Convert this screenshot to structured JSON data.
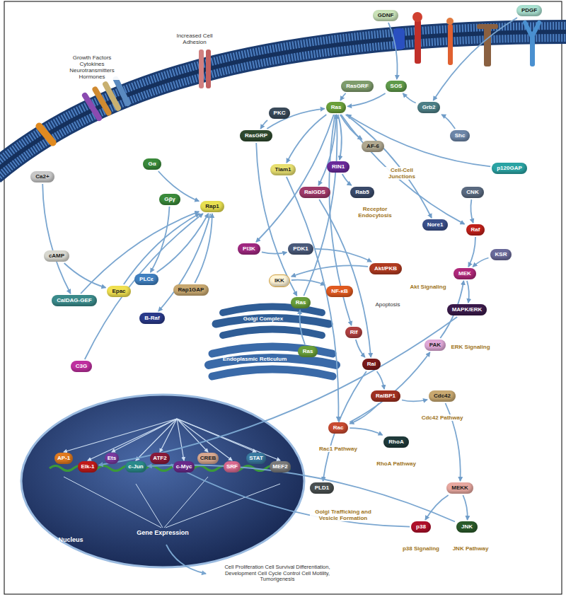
{
  "diagram": {
    "nodes": [
      {
        "text": [
          "GDNF"
        ]
      },
      {
        "text": [
          "PDGF"
        ]
      },
      {
        "text": [
          "RasGRF"
        ]
      },
      {
        "text": [
          "SOS"
        ]
      },
      {
        "text": [
          "Grb2"
        ]
      },
      {
        "text": [
          "Shc"
        ]
      },
      {
        "text": [
          "p120GAP"
        ]
      },
      {
        "text": [
          "CNK"
        ]
      },
      {
        "text": [
          "Raf"
        ]
      },
      {
        "text": [
          "Nore1"
        ]
      },
      {
        "text": [
          "KSR"
        ]
      },
      {
        "text": [
          "MEK"
        ]
      },
      {
        "text": [
          "MAPK/ERK"
        ]
      },
      {
        "text": [
          "Ras"
        ]
      },
      {
        "text": [
          "PKC"
        ]
      },
      {
        "text": [
          "RasGRP"
        ]
      },
      {
        "text": [
          "Tiam1"
        ]
      },
      {
        "text": [
          "RIN1"
        ]
      },
      {
        "text": [
          "AF-6"
        ]
      },
      {
        "text": [
          "RalGDS"
        ]
      },
      {
        "text": [
          "Rab5"
        ]
      },
      {
        "text": [
          "PI3K"
        ]
      },
      {
        "text": [
          "PDK1"
        ]
      },
      {
        "text": [
          "Akt/PKB"
        ]
      },
      {
        "text": [
          "IKK"
        ]
      },
      {
        "text": [
          "NF-κB"
        ]
      },
      {
        "text": [
          "Rlf"
        ]
      },
      {
        "text": [
          "Ral"
        ]
      },
      {
        "text": [
          "RalBP1"
        ]
      },
      {
        "text": [
          "Rac"
        ]
      },
      {
        "text": [
          "Cdc42"
        ]
      },
      {
        "text": [
          "RhoA"
        ]
      },
      {
        "text": [
          "PLD1"
        ]
      },
      {
        "text": [
          "PAK"
        ]
      },
      {
        "text": [
          "MEKK"
        ]
      },
      {
        "text": [
          "p38"
        ]
      },
      {
        "text": [
          "JNK"
        ]
      },
      {
        "text": [
          "Ca2+"
        ]
      },
      {
        "text": [
          "Gα"
        ]
      },
      {
        "text": [
          "Gβγ"
        ]
      },
      {
        "text": [
          "Rap1"
        ]
      },
      {
        "text": [
          "Epac"
        ]
      },
      {
        "text": [
          "cAMP"
        ]
      },
      {
        "text": [
          "CalDAG-GEF"
        ]
      },
      {
        "text": [
          "B-Raf"
        ]
      },
      {
        "text": [
          "PLCε"
        ]
      },
      {
        "text": [
          "Rap1GAP"
        ]
      },
      {
        "text": [
          "C3G"
        ]
      },
      {
        "text": [
          "Ras"
        ]
      },
      {
        "text": [
          "Ras"
        ]
      },
      {
        "text": [
          "Nucleus",
          "Gene Expression"
        ]
      },
      {
        "text": [
          "AP-1"
        ],
        "in": 50
      },
      {
        "text": [
          "Elk-1"
        ],
        "in": 50
      },
      {
        "text": [
          "Ets"
        ],
        "in": 50
      },
      {
        "text": [
          "c-Jun"
        ],
        "in": 50
      },
      {
        "text": [
          "ATF2"
        ],
        "in": 50
      },
      {
        "text": [
          "c-Myc"
        ],
        "in": 50
      },
      {
        "text": [
          "CREB"
        ],
        "in": 50
      },
      {
        "text": [
          "SRF"
        ],
        "in": 50
      },
      {
        "text": [
          "STAT"
        ],
        "in": 50
      },
      {
        "text": [
          "MEF2"
        ],
        "in": 50
      }
    ],
    "edges": [
      {
        "from": 0,
        "to": 3,
        "arrow": "to"
      },
      {
        "from": 1,
        "to": 4,
        "arrow": "to"
      },
      {
        "from": 4,
        "to": 3,
        "arrow": "to"
      },
      {
        "from": 5,
        "to": 4,
        "arrow": "to"
      },
      {
        "from": 3,
        "to": 13,
        "arrow": "to"
      },
      {
        "from": 2,
        "to": 13,
        "arrow": "to"
      },
      {
        "from": 6,
        "to": 13,
        "arrow": "to"
      },
      {
        "from": 14,
        "to": 15,
        "arrow": "to"
      },
      {
        "from": 15,
        "to": 13,
        "arrow": "to"
      },
      {
        "from": 13,
        "to": 16,
        "arrow": "to"
      },
      {
        "from": 13,
        "to": 17,
        "arrow": "to"
      },
      {
        "from": 13,
        "to": 18,
        "arrow": "to"
      },
      {
        "from": 13,
        "to": 19,
        "arrow": "to"
      },
      {
        "from": 17,
        "to": 20,
        "arrow": "to"
      },
      {
        "from": 13,
        "to": 21,
        "arrow": "to"
      },
      {
        "from": 13,
        "to": 8,
        "arrow": "to"
      },
      {
        "from": 13,
        "to": 9,
        "arrow": "to"
      },
      {
        "from": 7,
        "to": 8,
        "arrow": "to"
      },
      {
        "from": 8,
        "to": 11,
        "arrow": "to"
      },
      {
        "from": 10,
        "to": 11,
        "arrow": "to"
      },
      {
        "from": 11,
        "to": 12,
        "arrow": "to"
      },
      {
        "from": 21,
        "to": 22,
        "arrow": "to"
      },
      {
        "from": 22,
        "to": 23,
        "arrow": "to"
      },
      {
        "from": 23,
        "to": 24,
        "arrow": "to"
      },
      {
        "from": 24,
        "to": 25,
        "arrow": "to"
      },
      {
        "from": 13,
        "to": 26,
        "arrow": "to"
      },
      {
        "from": 19,
        "to": 27,
        "arrow": "to"
      },
      {
        "from": 26,
        "to": 27,
        "arrow": "to"
      },
      {
        "from": 27,
        "to": 28,
        "arrow": "to"
      },
      {
        "from": 28,
        "to": 30,
        "arrow": "to"
      },
      {
        "from": 28,
        "to": 29,
        "arrow": "to"
      },
      {
        "from": 27,
        "to": 32,
        "arrow": "to"
      },
      {
        "from": 16,
        "to": 29,
        "arrow": "to"
      },
      {
        "from": 29,
        "to": 33,
        "arrow": "to"
      },
      {
        "from": 29,
        "to": 31,
        "arrow": "to"
      },
      {
        "from": 33,
        "to": 11,
        "arrow": "to"
      },
      {
        "from": 30,
        "to": 34,
        "arrow": "to"
      },
      {
        "from": 34,
        "to": 35,
        "arrow": "to"
      },
      {
        "from": 34,
        "to": 36,
        "arrow": "to"
      },
      {
        "from": 38,
        "to": 40,
        "arrow": "to"
      },
      {
        "from": 39,
        "to": 45,
        "arrow": "to"
      },
      {
        "from": 42,
        "to": 41,
        "arrow": "to"
      },
      {
        "from": 41,
        "to": 40,
        "arrow": "to"
      },
      {
        "from": 37,
        "to": 43,
        "arrow": "to"
      },
      {
        "from": 43,
        "to": 40,
        "arrow": "to"
      },
      {
        "from": 45,
        "to": 40,
        "arrow": "to"
      },
      {
        "from": 40,
        "to": 44,
        "arrow": "to"
      },
      {
        "from": 46,
        "to": 40,
        "arrow": "to"
      },
      {
        "from": 47,
        "to": 40,
        "arrow": "to"
      },
      {
        "from": 15,
        "to": 48,
        "arrow": "to"
      },
      {
        "from": 49,
        "to": 48,
        "arrow": "to"
      },
      {
        "from": 48,
        "to": 13,
        "arrow": "to"
      },
      {
        "from": 12,
        "to": 52,
        "arrow": "to"
      },
      {
        "from": 36,
        "to": 54,
        "arrow": "to"
      },
      {
        "from": 35,
        "to": 55,
        "arrow": "to"
      }
    ],
    "labels": [
      "Growth Factors Cytokines Neurotransmitters Hormones",
      "Increased Cell Adhesion",
      "Cell-Cell Junctions",
      "Receptor Endocytosis",
      "Apoptosis",
      "Akt Signaling",
      "ERK Signaling",
      "Golgi Complex",
      "Endoplasmic Reticulum",
      "Rac1 Pathway",
      "Cdc42 Pathway",
      "RhoA Pathway",
      "Golgi Trafficking and Vesicle Formation",
      "p38 Signaling",
      "JNK Pathway",
      "Cell Proliferation Cell Survival Differentiation, Development Cell Cycle Control Cell Motility, Tumorigenesis"
    ]
  }
}
